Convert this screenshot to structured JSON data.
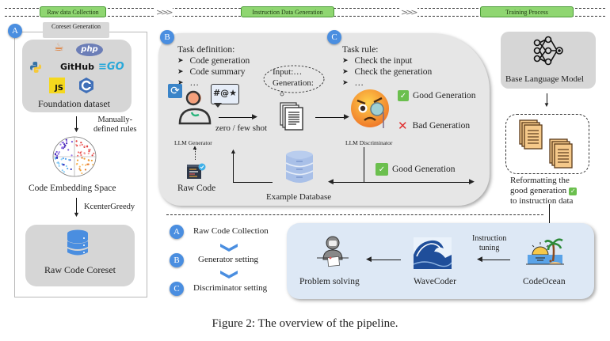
{
  "stages": [
    {
      "label": "Raw data Collection"
    },
    {
      "label": "Instruction Data Generation"
    },
    {
      "label": "Training Process"
    }
  ],
  "stage_separator": ">>>",
  "colors": {
    "stage_fill": "#8fd671",
    "badge": "#4a8ee0",
    "panel_grey": "#e6e6e6",
    "bottom_panel": "#dde8f5",
    "check_green": "#6bbf4e",
    "cross_red": "#e03030",
    "database_blue": "#4a8ee0"
  },
  "panelA": {
    "badge": "A",
    "tag": "Coreset Generation",
    "foundation": {
      "logos": [
        "java-icon",
        "php-logo",
        "python-icon",
        "GitHub",
        "go-logo",
        "js-logo",
        "cpp-logo"
      ],
      "php_text": "php",
      "github_text": "GitHub",
      "go_text": "GO",
      "js_text": "JS",
      "label": "Foundation dataset"
    },
    "step1_label_line1": "Manually-",
    "step1_label_line2": "defined rules",
    "embedding_label": "Code Embedding Space",
    "step2_label": "KcenterGreedy",
    "coreset_label": "Raw Code Coreset"
  },
  "panelB": {
    "badge": "B",
    "heading": "Task definition:",
    "items": [
      "Code generation",
      "Code summary",
      "…"
    ],
    "bubble_text": "#@★",
    "thought_line1": "Input:…",
    "thought_line2": "Generation:",
    "arrow_label": "zero / few shot",
    "generator_label": "LLM Generator",
    "raw_code_label": "Raw Code",
    "database_label": "Example Database"
  },
  "panelC": {
    "badge": "C",
    "heading": "Task rule:",
    "items": [
      "Check the input",
      "Check the generation",
      "…"
    ],
    "good_label": "Good Generation",
    "bad_label": "Bad Generation",
    "discriminator_label": "LLM Discriminator",
    "good_label_2": "Good Generation"
  },
  "training": {
    "base_model_label": "Base Language Model",
    "reformat_line1": "Reformatting the",
    "reformat_line2": "good generation",
    "reformat_line3": "to instruction data"
  },
  "legend_steps": [
    {
      "badge": "A",
      "label": "Raw Code Collection"
    },
    {
      "badge": "B",
      "label": "Generator setting"
    },
    {
      "badge": "C",
      "label": "Discriminator setting"
    }
  ],
  "bottom": {
    "problem_label": "Problem solving",
    "wavecoder_label": "WaveCoder",
    "tuning_line1": "Instruction",
    "tuning_line2": "tuning",
    "codeocean_label": "CodeOcean"
  },
  "caption": "Figure 2: The overview of the pipeline."
}
